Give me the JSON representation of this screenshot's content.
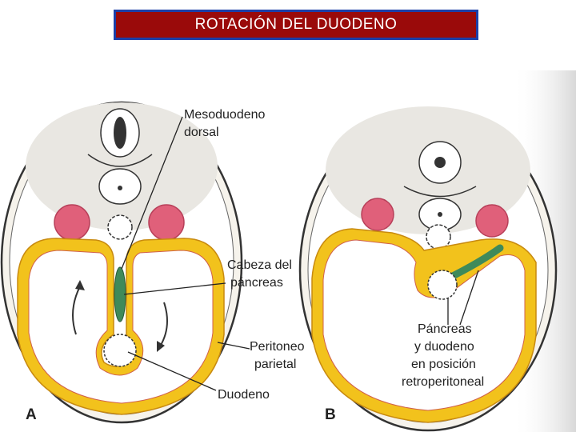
{
  "title": "ROTACIÓN DEL DUODENO",
  "colors": {
    "title_bg": "#9a0a0a",
    "title_border": "#1c3fa8",
    "peritoneum": "#f2c21c",
    "kidney": "#e0607a",
    "pancreas": "#3f8a5a",
    "background_page": "#ffffff"
  },
  "panels": {
    "a": "A",
    "b": "B"
  },
  "labels": {
    "mesoduodeno_1": "Mesoduodeno",
    "mesoduodeno_2": "dorsal",
    "cabeza_1": "Cabeza del",
    "cabeza_2": "páncreas",
    "peritoneo_1": "Peritoneo",
    "peritoneo_2": "parietal",
    "duodeno": "Duodeno",
    "pancreas_1": "Páncreas",
    "pancreas_2": "y duodeno",
    "pancreas_3": "en posición",
    "pancreas_4": "retroperitoneal"
  }
}
